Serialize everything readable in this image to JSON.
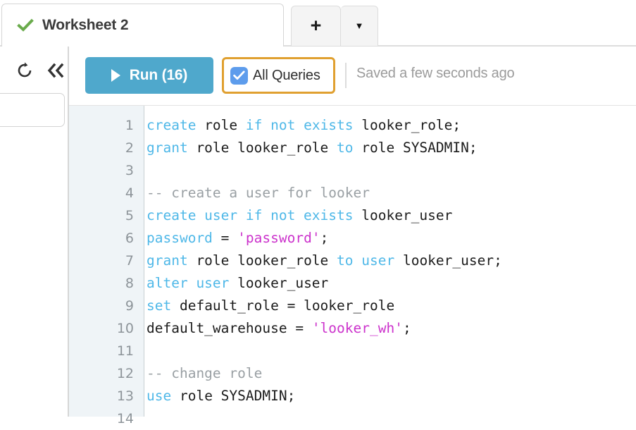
{
  "tabbar": {
    "active_tab": {
      "label": "Worksheet 2",
      "status_icon": "green-check-icon"
    },
    "add_tab_label": "+",
    "dropdown_caret": "▼"
  },
  "left_rail": {
    "refresh_icon": "refresh-icon",
    "collapse_icon": "double-chevron-left-icon"
  },
  "toolbar": {
    "run_label": "Run (16)",
    "all_queries_label": "All Queries",
    "all_queries_checked": true,
    "saved_status": "Saved a few seconds ago",
    "run_button_color": "#4fa8cc",
    "focus_ring_color": "#e0a030",
    "checkbox_color": "#5d9cec"
  },
  "editor": {
    "line_numbers": [
      "1",
      "2",
      "3",
      "4",
      "5",
      "6",
      "7",
      "8",
      "9",
      "10",
      "11",
      "12",
      "13",
      "14"
    ],
    "lines": [
      [
        {
          "t": "create",
          "c": "kw"
        },
        {
          "t": " role ",
          "c": "pln"
        },
        {
          "t": "if not exists",
          "c": "kw"
        },
        {
          "t": " looker_role;",
          "c": "pln"
        }
      ],
      [
        {
          "t": "grant",
          "c": "kw"
        },
        {
          "t": " role looker_role ",
          "c": "pln"
        },
        {
          "t": "to",
          "c": "kw"
        },
        {
          "t": " role SYSADMIN;",
          "c": "pln"
        }
      ],
      [],
      [
        {
          "t": "-- create a user for looker",
          "c": "com"
        }
      ],
      [
        {
          "t": "create user if not exists",
          "c": "kw"
        },
        {
          "t": " looker_user",
          "c": "pln"
        }
      ],
      [
        {
          "t": "password",
          "c": "kw"
        },
        {
          "t": " = ",
          "c": "pln"
        },
        {
          "t": "'password'",
          "c": "str"
        },
        {
          "t": ";",
          "c": "pln"
        }
      ],
      [
        {
          "t": "grant",
          "c": "kw"
        },
        {
          "t": " role looker_role ",
          "c": "pln"
        },
        {
          "t": "to user",
          "c": "kw"
        },
        {
          "t": " looker_user;",
          "c": "pln"
        }
      ],
      [
        {
          "t": "alter user",
          "c": "kw"
        },
        {
          "t": " looker_user",
          "c": "pln"
        }
      ],
      [
        {
          "t": "set",
          "c": "kw"
        },
        {
          "t": " default_role = looker_role",
          "c": "pln"
        }
      ],
      [
        {
          "t": "default_warehouse = ",
          "c": "pln"
        },
        {
          "t": "'looker_wh'",
          "c": "str"
        },
        {
          "t": ";",
          "c": "pln"
        }
      ],
      [],
      [
        {
          "t": "-- change role",
          "c": "com"
        }
      ],
      [
        {
          "t": "use",
          "c": "kw"
        },
        {
          "t": " role SYSADMIN;",
          "c": "pln"
        }
      ],
      []
    ],
    "gutter_color": "#eff4f7",
    "keyword_color": "#4fb8e8",
    "string_color": "#cc33cc",
    "comment_color": "#9aa0a4"
  }
}
